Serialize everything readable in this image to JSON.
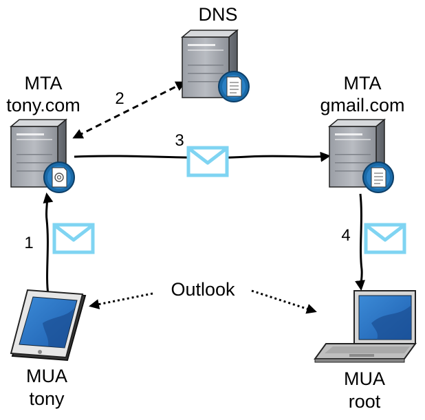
{
  "nodes": {
    "dns": {
      "label": "DNS"
    },
    "mta_tony": {
      "line1": "MTA",
      "line2": "tony.com"
    },
    "mta_gmail": {
      "line1": "MTA",
      "line2": "gmail.com"
    },
    "mua_tony": {
      "line1": "MUA",
      "line2": "tony"
    },
    "mua_root": {
      "line1": "MUA",
      "line2": "root"
    }
  },
  "center_label": "Outlook",
  "steps": {
    "s1": "1",
    "s2": "2",
    "s3": "3",
    "s4": "4"
  },
  "colors": {
    "envelope": "#7fd4f2",
    "server_badge": "#1a6aa8",
    "device_screen": "#2a73c4",
    "arrow": "#000000"
  },
  "icons": {
    "server": "server-icon",
    "tablet": "tablet-icon",
    "laptop": "laptop-icon",
    "mail": "envelope-icon"
  }
}
